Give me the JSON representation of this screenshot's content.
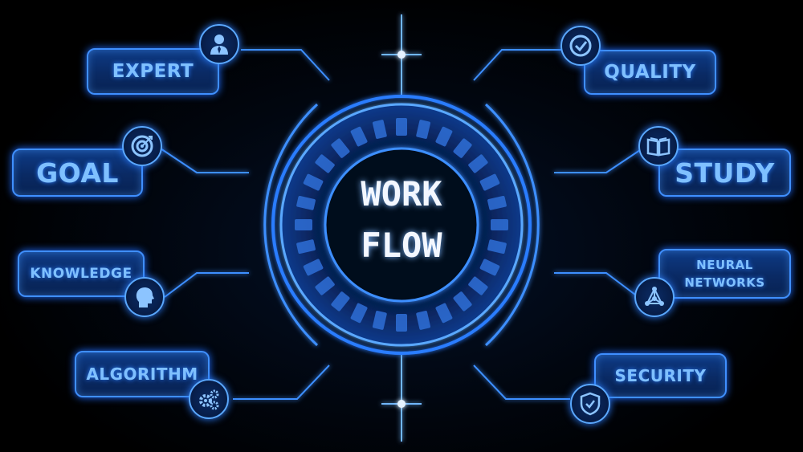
{
  "center": {
    "line1": "WORK",
    "line2": "FLOW"
  },
  "left_items": [
    {
      "label": "EXPERT",
      "icon": "businessman-icon"
    },
    {
      "label": "GOAL",
      "icon": "target-icon"
    },
    {
      "label": "KNOWLEDGE",
      "icon": "head-profile-icon"
    },
    {
      "label": "ALGORITHM",
      "icon": "gears-icon"
    }
  ],
  "right_items": [
    {
      "label": "QUALITY",
      "icon": "checkmark-icon"
    },
    {
      "label": "STUDY",
      "icon": "book-icon"
    },
    {
      "label": "NEURAL NETWORKS",
      "line1": "NEURAL",
      "line2": "NETWORKS",
      "icon": "network-icon"
    },
    {
      "label": "SECURITY",
      "icon": "shield-check-icon"
    }
  ],
  "colors": {
    "glow": "#2b7dff",
    "pill_fill": "#0a2a64",
    "text": "#7fc0ff",
    "center_text": "#f3f7ff"
  }
}
